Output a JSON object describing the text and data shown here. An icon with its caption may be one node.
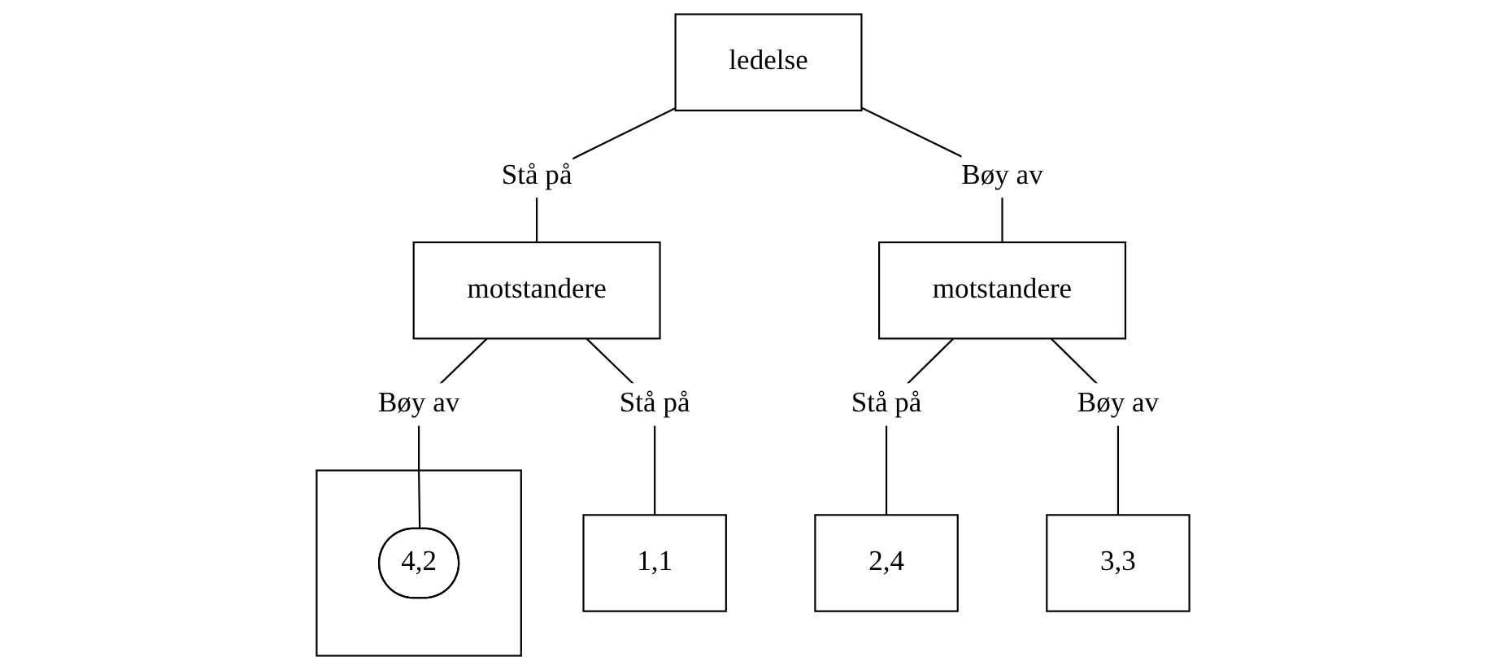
{
  "diagram": {
    "nodes": [
      {
        "text": [
          "ledelse"
        ]
      },
      {
        "text": [
          "motstandere"
        ]
      },
      {
        "text": [
          "motstandere"
        ]
      },
      {
        "text": [
          "1,1"
        ]
      },
      {
        "text": [],
        "shape": "box"
      },
      {
        "text": [
          "4,2"
        ],
        "in": 4
      },
      {
        "text": [
          "2,4"
        ]
      },
      {
        "text": [
          "3,3"
        ]
      }
    ],
    "edges": [
      {
        "from": 0,
        "to": 1,
        "arrow": "none",
        "label": "Stå på"
      },
      {
        "from": 0,
        "to": 2,
        "arrow": "none",
        "label": "Bøy av"
      },
      {
        "from": 1,
        "to": 3,
        "arrow": "none",
        "label": "Stå på"
      },
      {
        "from": 1,
        "to": 5,
        "arrow": "none",
        "label": "Bøy av"
      },
      {
        "from": 2,
        "to": 6,
        "arrow": "none",
        "label": "Stå på"
      },
      {
        "from": 2,
        "to": 7,
        "arrow": "none",
        "label": "Bøy av"
      }
    ]
  }
}
